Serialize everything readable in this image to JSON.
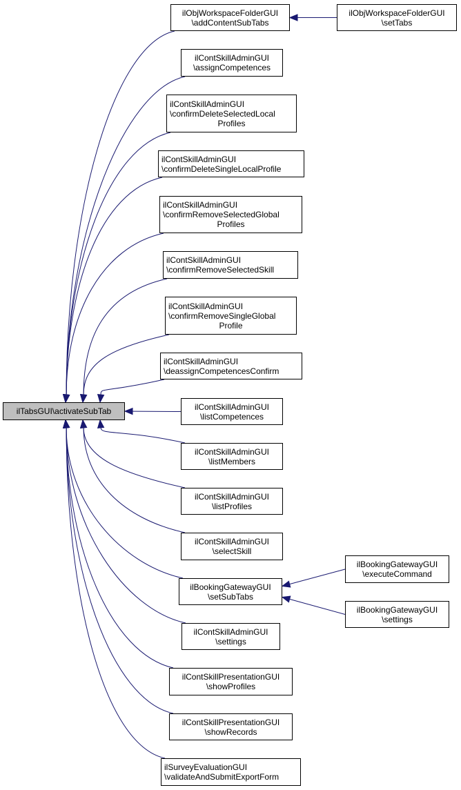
{
  "root": {
    "id": "root",
    "lines": [
      "ilTabsGUI\\activateSubTab"
    ]
  },
  "colors": {
    "edge": "#191970",
    "root_fill": "#bfbfbf",
    "node_border": "#000000"
  },
  "nodes": [
    {
      "id": "n1",
      "lines": [
        "ilObjWorkspaceFolderGUI",
        "\\addContentSubTabs"
      ]
    },
    {
      "id": "n1a",
      "lines": [
        "ilObjWorkspaceFolderGUI",
        "\\setTabs"
      ]
    },
    {
      "id": "n2",
      "lines": [
        "ilContSkillAdminGUI",
        "\\assignCompetences"
      ]
    },
    {
      "id": "n3",
      "lines": [
        "ilContSkillAdminGUI",
        "\\confirmDeleteSelectedLocal",
        "Profiles"
      ]
    },
    {
      "id": "n4",
      "lines": [
        "ilContSkillAdminGUI",
        "\\confirmDeleteSingleLocalProfile"
      ]
    },
    {
      "id": "n5",
      "lines": [
        "ilContSkillAdminGUI",
        "\\confirmRemoveSelectedGlobal",
        "Profiles"
      ]
    },
    {
      "id": "n6",
      "lines": [
        "ilContSkillAdminGUI",
        "\\confirmRemoveSelectedSkill"
      ]
    },
    {
      "id": "n7",
      "lines": [
        "ilContSkillAdminGUI",
        "\\confirmRemoveSingleGlobal",
        "Profile"
      ]
    },
    {
      "id": "n8",
      "lines": [
        "ilContSkillAdminGUI",
        "\\deassignCompetencesConfirm"
      ]
    },
    {
      "id": "n9",
      "lines": [
        "ilContSkillAdminGUI",
        "\\listCompetences"
      ]
    },
    {
      "id": "n10",
      "lines": [
        "ilContSkillAdminGUI",
        "\\listMembers"
      ]
    },
    {
      "id": "n11",
      "lines": [
        "ilContSkillAdminGUI",
        "\\listProfiles"
      ]
    },
    {
      "id": "n12",
      "lines": [
        "ilContSkillAdminGUI",
        "\\selectSkill"
      ]
    },
    {
      "id": "n13",
      "lines": [
        "ilBookingGatewayGUI",
        "\\setSubTabs"
      ]
    },
    {
      "id": "n13a",
      "lines": [
        "ilBookingGatewayGUI",
        "\\executeCommand"
      ]
    },
    {
      "id": "n13b",
      "lines": [
        "ilBookingGatewayGUI",
        "\\settings"
      ]
    },
    {
      "id": "n14",
      "lines": [
        "ilContSkillAdminGUI",
        "\\settings"
      ]
    },
    {
      "id": "n15",
      "lines": [
        "ilContSkillPresentationGUI",
        "\\showProfiles"
      ]
    },
    {
      "id": "n16",
      "lines": [
        "ilContSkillPresentationGUI",
        "\\showRecords"
      ]
    },
    {
      "id": "n17",
      "lines": [
        "ilSurveyEvaluationGUI",
        "\\validateAndSubmitExportForm"
      ]
    }
  ],
  "edges": [
    {
      "from": "n1",
      "to": "root"
    },
    {
      "from": "n2",
      "to": "root"
    },
    {
      "from": "n3",
      "to": "root"
    },
    {
      "from": "n4",
      "to": "root"
    },
    {
      "from": "n5",
      "to": "root"
    },
    {
      "from": "n6",
      "to": "root"
    },
    {
      "from": "n7",
      "to": "root"
    },
    {
      "from": "n8",
      "to": "root"
    },
    {
      "from": "n9",
      "to": "root"
    },
    {
      "from": "n10",
      "to": "root"
    },
    {
      "from": "n11",
      "to": "root"
    },
    {
      "from": "n12",
      "to": "root"
    },
    {
      "from": "n13",
      "to": "root"
    },
    {
      "from": "n14",
      "to": "root"
    },
    {
      "from": "n15",
      "to": "root"
    },
    {
      "from": "n16",
      "to": "root"
    },
    {
      "from": "n17",
      "to": "root"
    },
    {
      "from": "n1a",
      "to": "n1"
    },
    {
      "from": "n13a",
      "to": "n13"
    },
    {
      "from": "n13b",
      "to": "n13"
    }
  ]
}
